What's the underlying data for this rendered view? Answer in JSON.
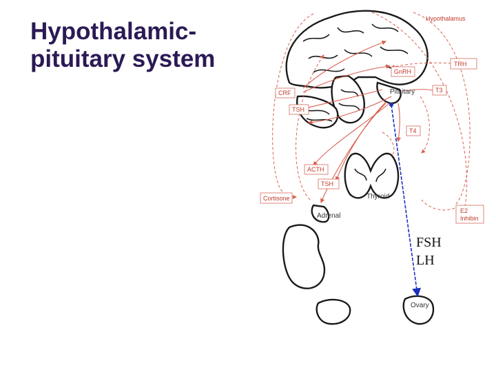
{
  "title": {
    "line1": "Hypothalamic-",
    "line2": "pituitary system"
  },
  "diagram": {
    "labels": {
      "hypothalamus": "Hypothalamus",
      "trh": "TRH",
      "gnrh": "GnRH",
      "crf": "CRF",
      "tsh_upper": "TSH",
      "pituitary": "Pituitary",
      "t3": "T3",
      "t4": "T4",
      "acth": "ACTH",
      "tsh_lower": "TSH",
      "thyroid": "Thyroid",
      "cortisone": "Cortisone",
      "adrenal": "Adrenal",
      "e2": "E2",
      "inhibin": "Inhibin",
      "ovary": "Ovary"
    },
    "hormones": {
      "fsh": "FSH",
      "lh": "LH"
    },
    "colors": {
      "title": "#2b1a55",
      "feedback": "#d9604f",
      "pathway": "#1a2fbf"
    }
  }
}
